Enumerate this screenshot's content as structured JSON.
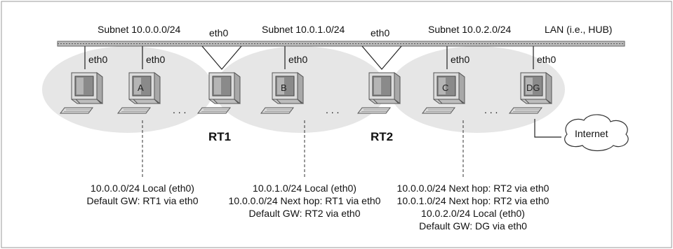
{
  "subnets": [
    {
      "label": "Subnet 10.0.0.0/24"
    },
    {
      "label": "Subnet 10.0.1.0/24"
    },
    {
      "label": "Subnet 10.0.2.0/24"
    }
  ],
  "lan_label": "LAN (i.e., HUB)",
  "interface_label": "eth0",
  "ellipsis": ". . .",
  "routers": [
    {
      "name": "RT1"
    },
    {
      "name": "RT2"
    }
  ],
  "hosts": [
    {
      "letter": "A"
    },
    {
      "letter": "B"
    },
    {
      "letter": "C"
    },
    {
      "letter": "DG"
    }
  ],
  "internet_label": "Internet",
  "routing_tables": {
    "A": [
      "10.0.0.0/24 Local (eth0)",
      "Default GW: RT1 via eth0"
    ],
    "B": [
      "10.0.1.0/24 Local (eth0)",
      "10.0.0.0/24 Next hop: RT1 via eth0",
      "Default GW: RT2 via eth0"
    ],
    "C": [
      "10.0.0.0/24 Next hop: RT2 via eth0",
      "10.0.1.0/24 Next hop: RT2 via eth0",
      "10.0.2.0/24 Local (eth0)",
      "Default GW: DG via eth0"
    ]
  }
}
